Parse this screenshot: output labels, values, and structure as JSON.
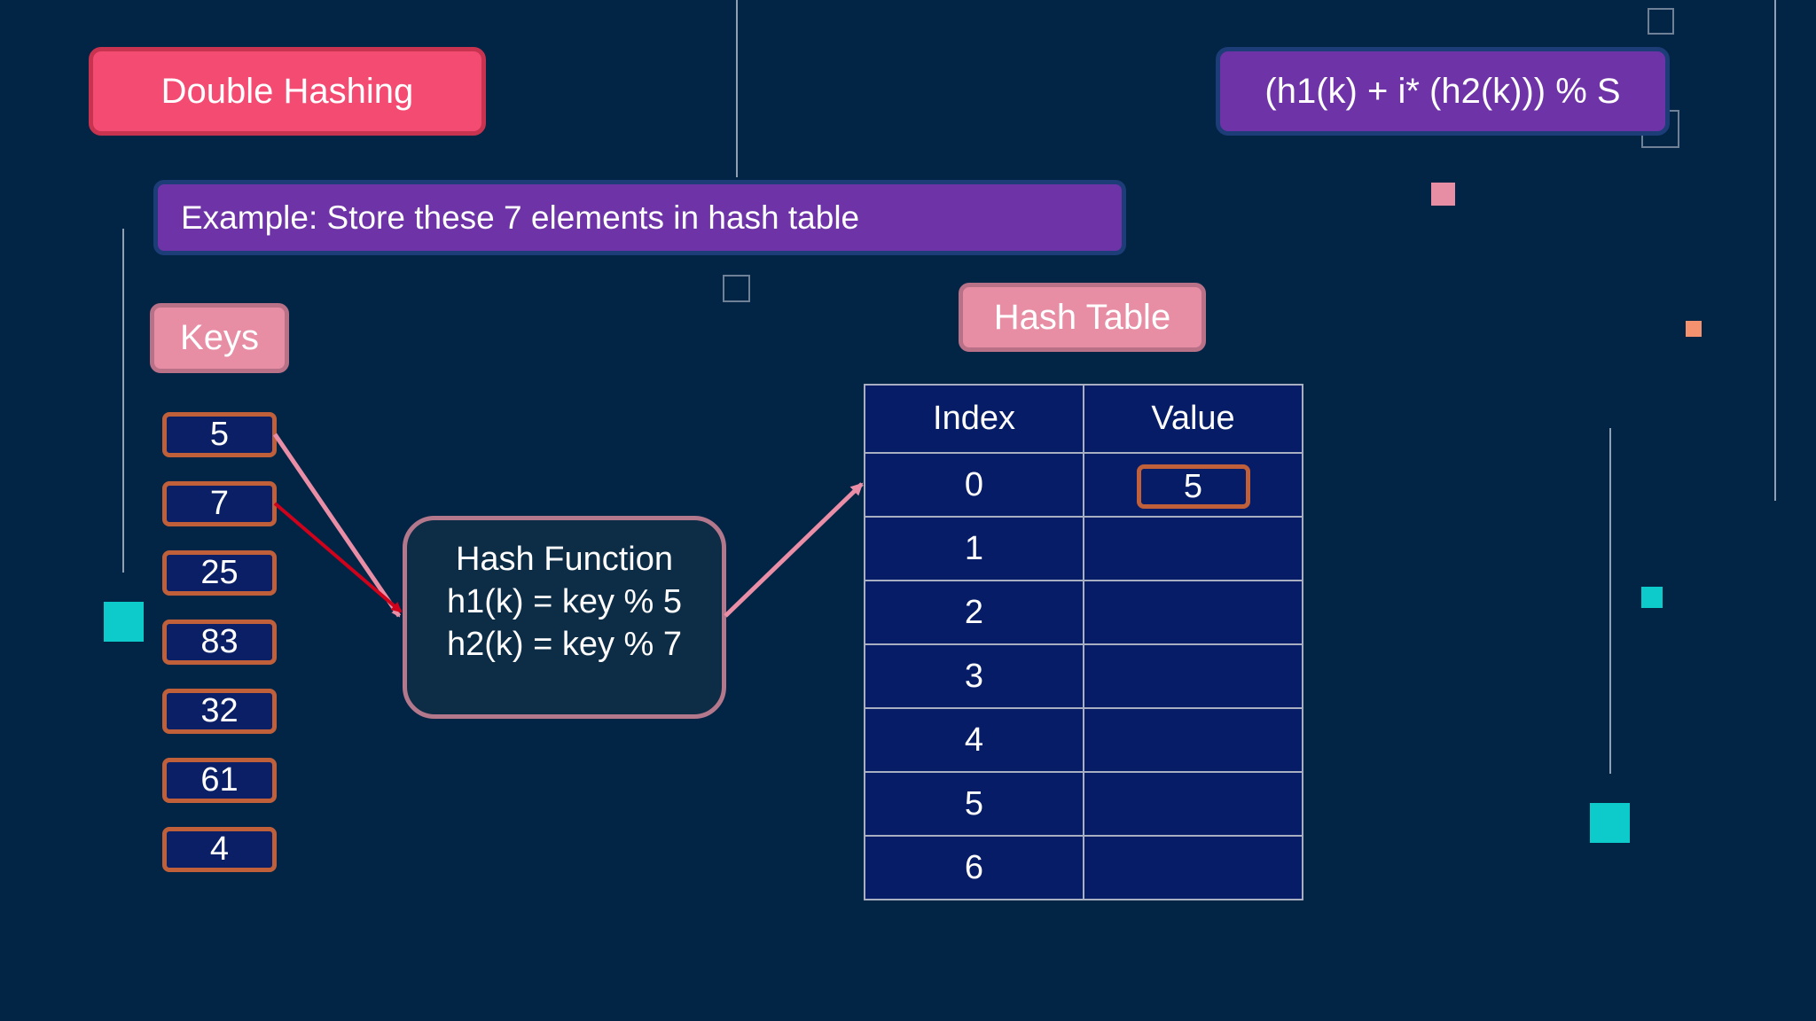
{
  "title": "Double Hashing",
  "formula": "(h1(k) + i* (h2(k))) % S",
  "example": "Example: Store these 7 elements in hash table",
  "keys_label": "Keys",
  "keys": [
    "5",
    "7",
    "25",
    "83",
    "32",
    "61",
    "4"
  ],
  "hash_function": {
    "title": "Hash Function",
    "h1": "h1(k) = key % 5",
    "h2": "h2(k) = key % 7"
  },
  "hash_table": {
    "label": "Hash Table",
    "headers": [
      "Index",
      "Value"
    ],
    "rows": [
      {
        "index": "0",
        "value": "5"
      },
      {
        "index": "1",
        "value": ""
      },
      {
        "index": "2",
        "value": ""
      },
      {
        "index": "3",
        "value": ""
      },
      {
        "index": "4",
        "value": ""
      },
      {
        "index": "5",
        "value": ""
      },
      {
        "index": "6",
        "value": ""
      }
    ]
  },
  "colors": {
    "background": "#032545",
    "title_fill": "#f44b73",
    "banner_fill": "#6e33a6",
    "label_fill": "#e78ea5",
    "key_border": "#c0603a",
    "table_fill": "#061c66",
    "arrow_pink": "#e98ea6",
    "arrow_red": "#d0021b",
    "accent_teal": "#0ecbcb"
  }
}
